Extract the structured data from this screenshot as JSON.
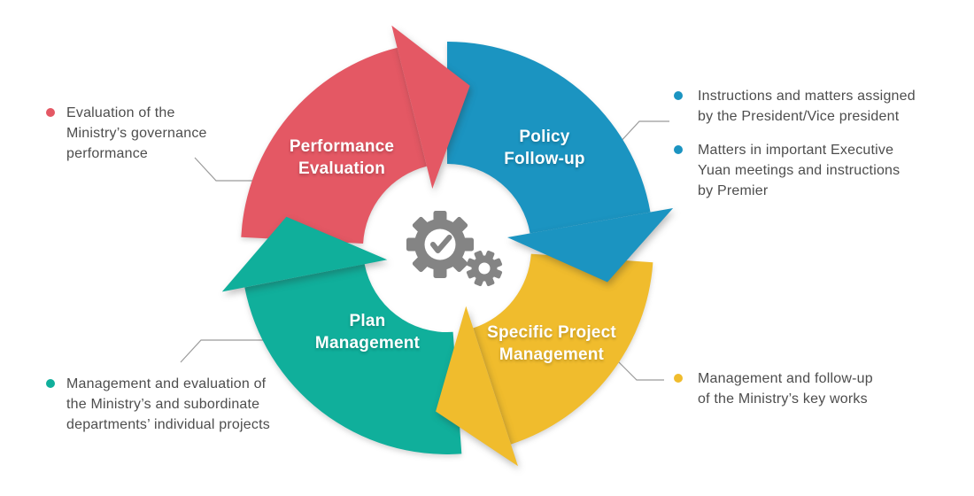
{
  "colors": {
    "red": "#E45864",
    "blue": "#1B94C1",
    "yellow": "#F0BC2D",
    "teal": "#10AF9B",
    "gear": "#848484",
    "note_text": "#4D4D4D",
    "connector": "#9B9B9B"
  },
  "cycle": {
    "center_icon": "gears-with-checkmark-icon",
    "segments": [
      {
        "key": "performance-evaluation",
        "label": "Performance Evaluation",
        "color": "#E45864"
      },
      {
        "key": "policy-follow-up",
        "label": "Policy Follow-up",
        "color": "#1B94C1"
      },
      {
        "key": "specific-project-management",
        "label": "Specific Project Management",
        "color": "#F0BC2D"
      },
      {
        "key": "plan-management",
        "label": "Plan Management",
        "color": "#10AF9B"
      }
    ]
  },
  "notes": {
    "performance": {
      "bullet_color": "#E45864",
      "lines": [
        "Evaluation of the",
        "Ministry’s governance",
        "performance"
      ]
    },
    "policy_a": {
      "bullet_color": "#1B94C1",
      "lines": [
        "Instructions and matters assigned",
        "by the President/Vice president"
      ]
    },
    "policy_b": {
      "bullet_color": "#1B94C1",
      "lines": [
        "Matters in important Executive",
        "Yuan meetings and instructions",
        "by Premier"
      ]
    },
    "specific": {
      "bullet_color": "#F0BC2D",
      "lines": [
        "Management and follow-up",
        "of the Ministry’s key works"
      ]
    },
    "plan": {
      "bullet_color": "#10AF9B",
      "lines": [
        "Management and evaluation of",
        "the Ministry’s and subordinate",
        "departments’ individual projects"
      ]
    }
  }
}
